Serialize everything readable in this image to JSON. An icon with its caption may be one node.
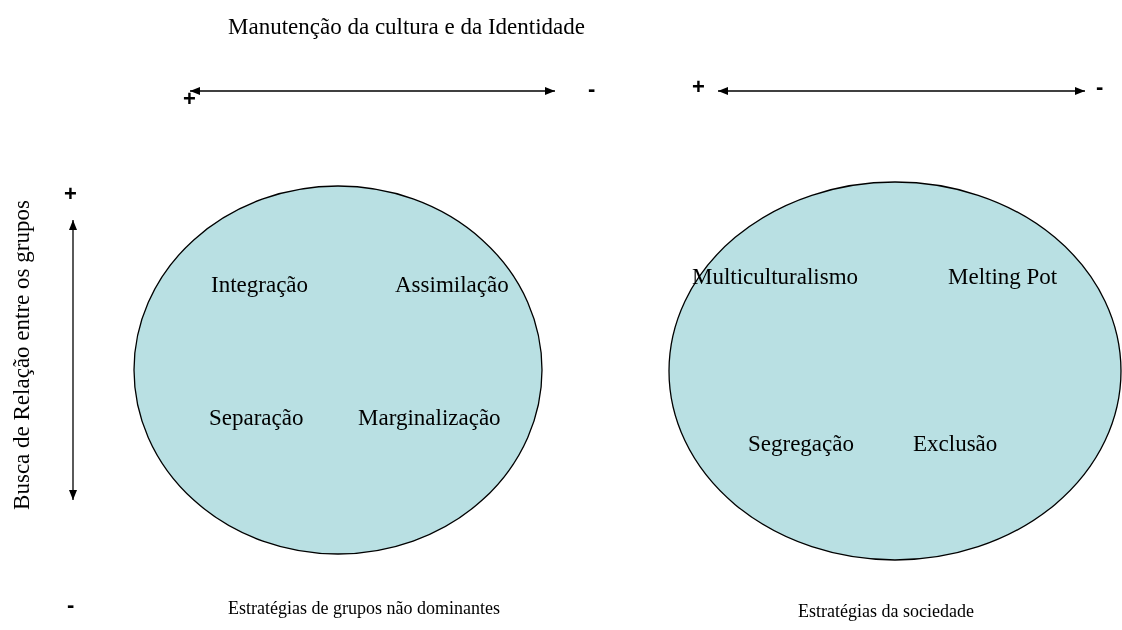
{
  "diagram": {
    "nodes": [
      {
        "text": [
          "Integração",
          "Assimilação",
          "Separação",
          "Marginalização"
        ],
        "beside": [
          "Estratégias de grupos não dominantes"
        ]
      },
      {
        "text": [
          "Multiculturalismo",
          "Melting Pot",
          "Segregação",
          "Exclusão"
        ],
        "beside": [
          "Estratégias da sociedade"
        ]
      }
    ],
    "labels": [
      "Manutenção da cultura e da Identidade",
      "+",
      "-",
      "+",
      "-",
      "Busca de Relação entre os grupos",
      "+",
      "-"
    ]
  }
}
